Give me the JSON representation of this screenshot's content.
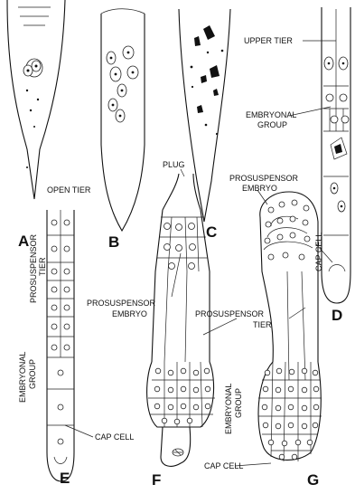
{
  "panel_letters": [
    "A",
    "B",
    "C",
    "D",
    "E",
    "F",
    "G"
  ],
  "labels": {
    "upper_tier": "UPPER TIER",
    "embryonal_group_d_line1": "EMBRYONAL",
    "embryonal_group_d_line2": "GROUP",
    "open_tier": "OPEN TIER",
    "plug": "PLUG",
    "prosuspensor_embryo_g_line1": "PROSUSPENSOR",
    "prosuspensor_embryo_g_line2": "EMBRYO",
    "prosuspensor_embryo_f_line1": "PROSUSPENSOR",
    "prosuspensor_embryo_f_line2": "EMBRYO",
    "prosuspensor_tier_e_line1": "PROSUSPENSOR",
    "prosuspensor_tier_e_line2": "TIER",
    "embryonal_group_e_line1": "EMBRYONAL",
    "embryonal_group_e_line2": "GROUP",
    "prosuspensor_tier_fg_line1": "PROSUSPENSOR",
    "prosuspensor_tier_fg_line2": "TIER",
    "embryonal_group_fg_line1": "EMBRYONAL",
    "embryonal_group_fg_line2": "GROUP",
    "cap_cell_d": "CAP CELL",
    "cap_cell_e": "CAP CELL",
    "cap_cell_g": "CAP CELL"
  }
}
